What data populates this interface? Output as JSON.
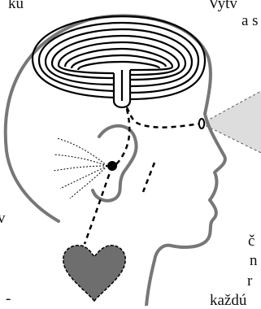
{
  "text_fragments": {
    "top_left": "ku",
    "top_right_1": "Vytv",
    "top_right_2": "a s",
    "left_mid": "v",
    "right_1": "č",
    "right_2": "n",
    "right_3": "r",
    "bottom": "každú",
    "bottom_left": "-"
  },
  "colors": {
    "outline": "#777777",
    "ink": "#000000",
    "heart_fill": "#6e6e6e",
    "view_cone": "#dddddd"
  },
  "icons": [
    "head-silhouette",
    "brain-labyrinth",
    "eye-icon",
    "ear-icon",
    "heart-icon",
    "view-cone"
  ]
}
